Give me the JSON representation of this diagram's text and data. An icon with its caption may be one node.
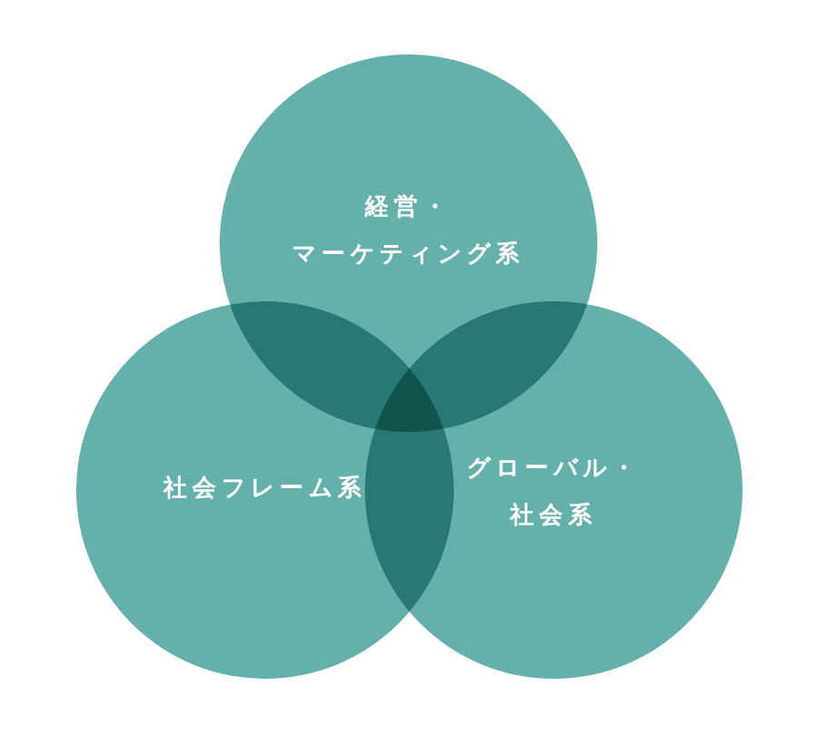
{
  "diagram": {
    "nodes": [
      {
        "text": [
          "経営・マーケティング系"
        ]
      },
      {
        "text": [
          "社会フレーム系"
        ]
      },
      {
        "text": [
          "グローバル・社会系"
        ]
      }
    ]
  }
}
